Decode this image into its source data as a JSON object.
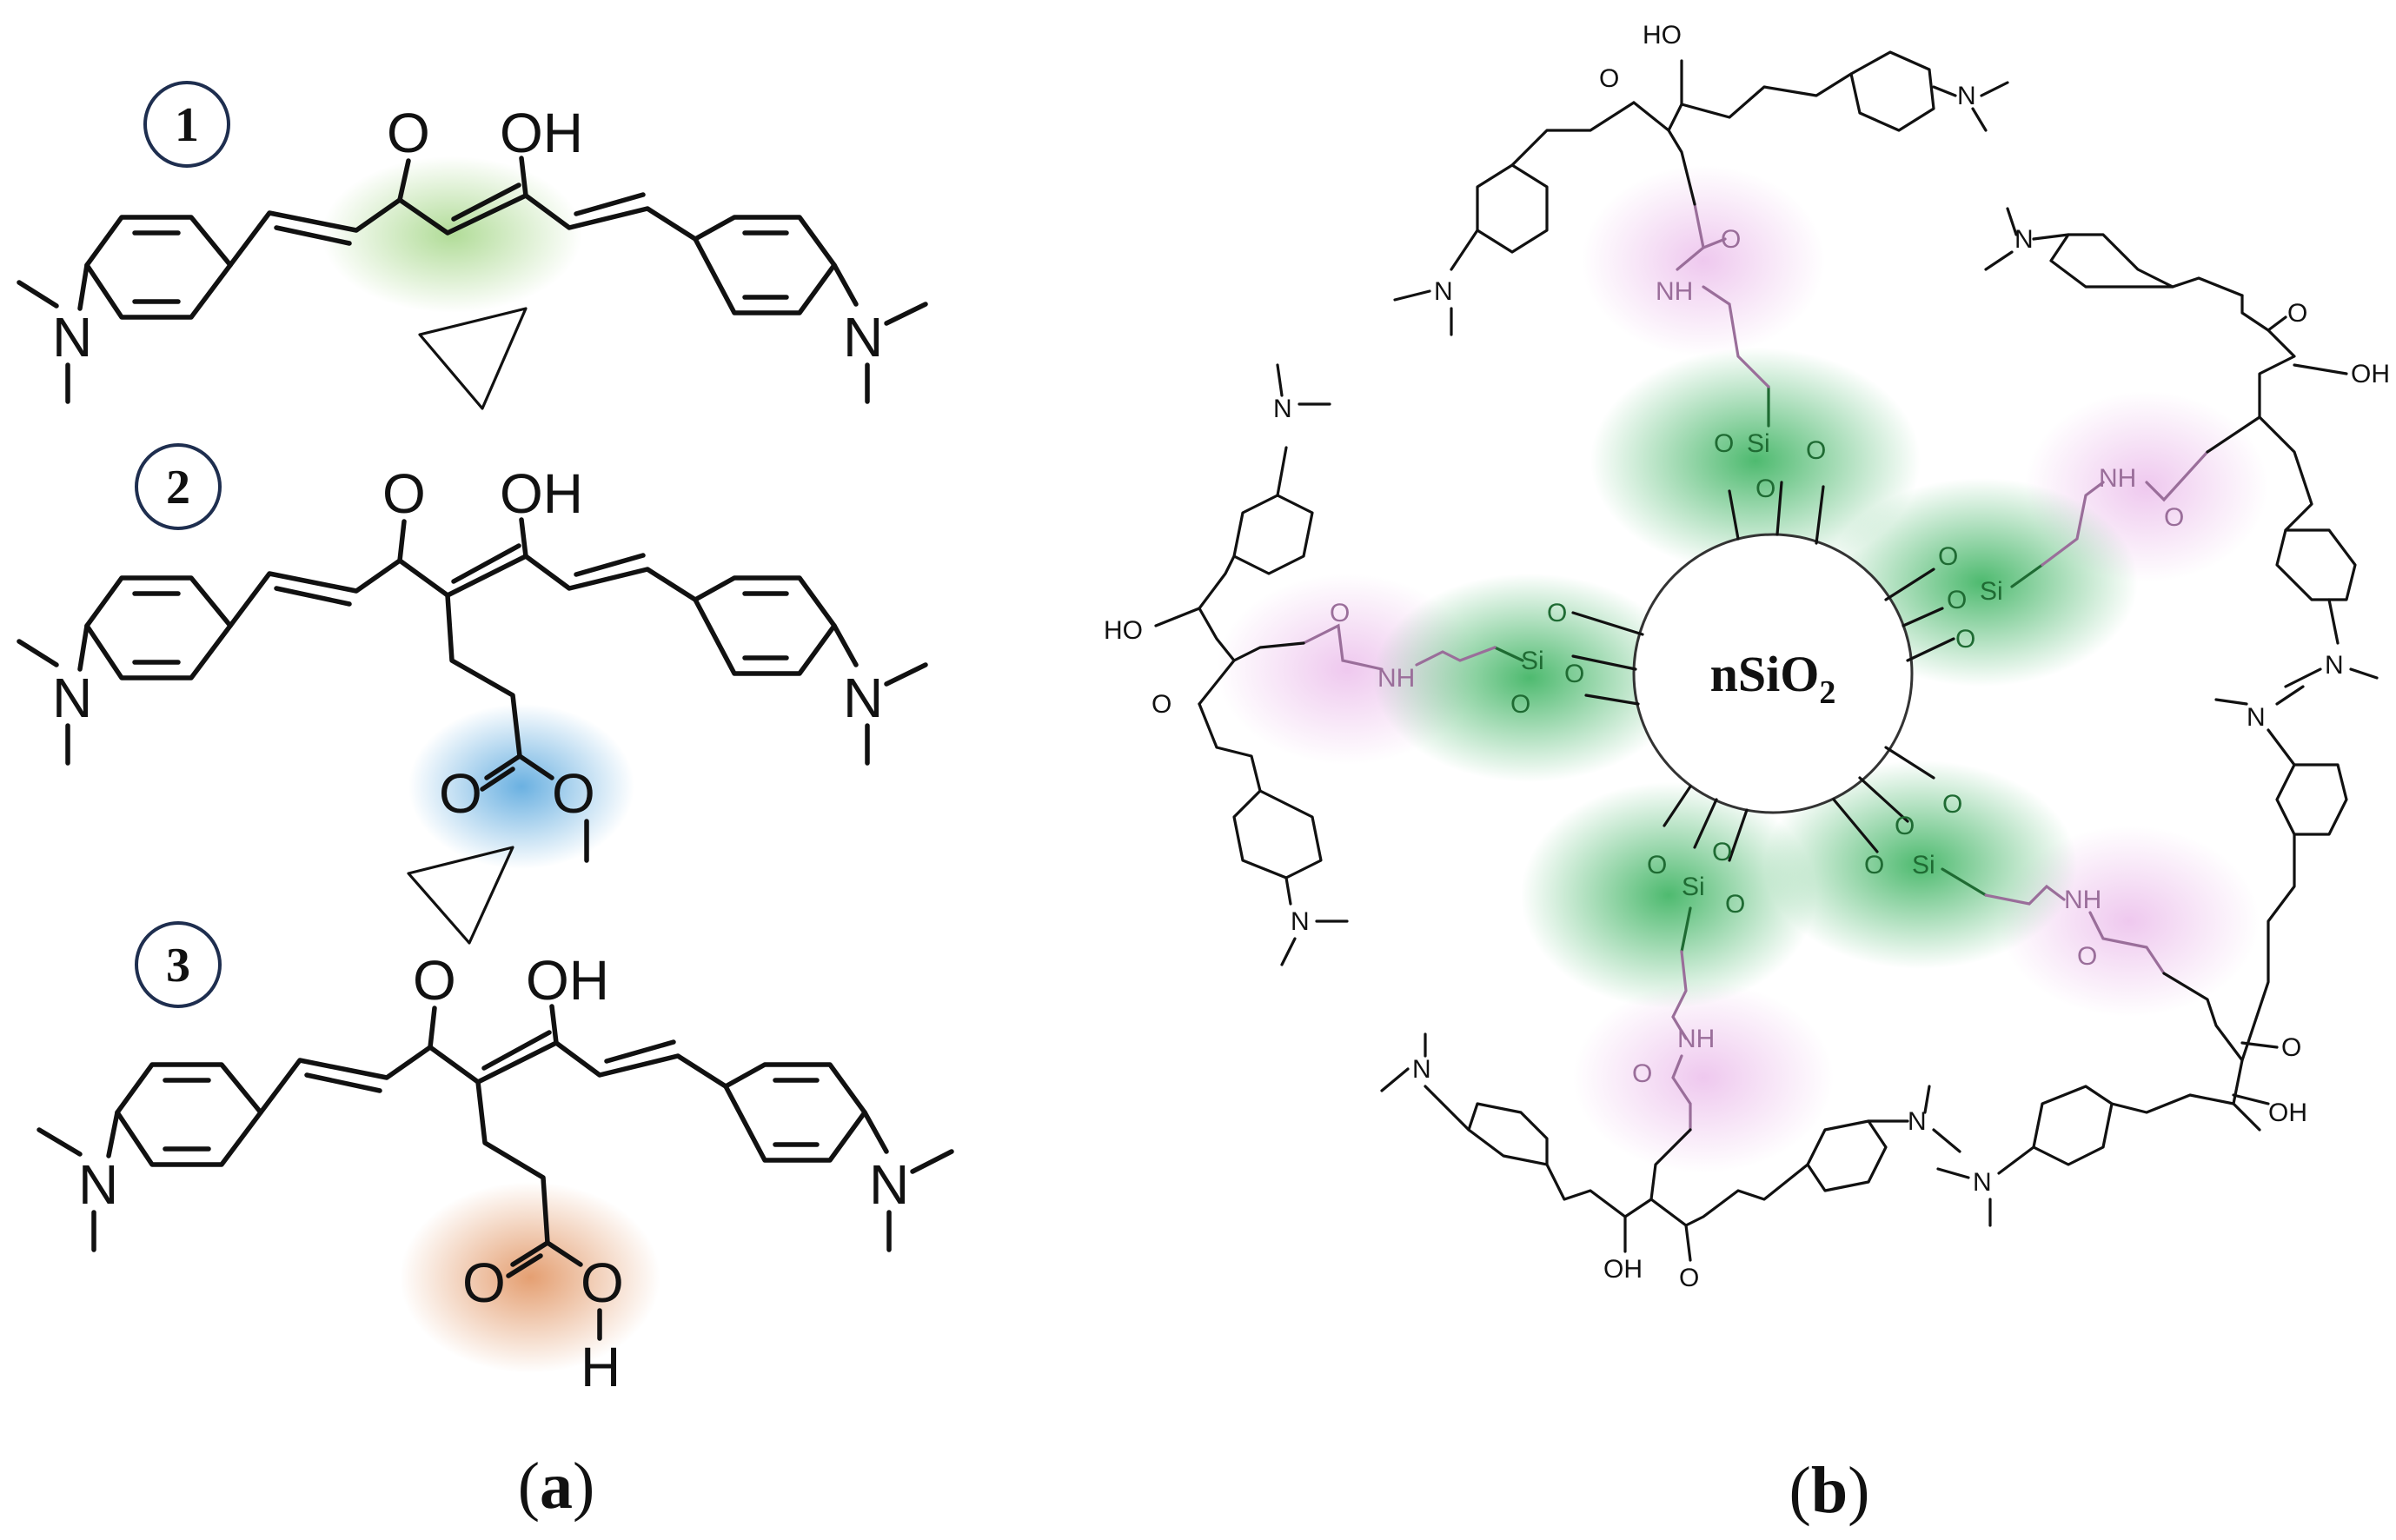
{
  "panel_a": {
    "compounds": [
      {
        "number": "1",
        "ketone": "O",
        "enol": "OH",
        "amine_left": "N",
        "amine_right": "N"
      },
      {
        "number": "2",
        "ketone": "O",
        "enol": "OH",
        "amine_left": "N",
        "amine_right": "N",
        "ester_o1": "O",
        "ester_o2": "O"
      },
      {
        "number": "3",
        "ketone": "O",
        "enol": "OH",
        "amine_left": "N",
        "amine_right": "N",
        "acid_o1": "O",
        "acid_o2": "O",
        "acid_h": "H"
      }
    ],
    "caption_letter": "a",
    "caption_open": "(",
    "caption_close": ")"
  },
  "panel_b": {
    "core_label": "nSiO",
    "core_subscript": "2",
    "si_label": "Si",
    "o_label": "O",
    "nh_label": "NH",
    "ho_label": "HO",
    "oh_label": "OH",
    "n_label": "N",
    "caption_letter": "b",
    "caption_open": "(",
    "caption_close": ")"
  },
  "colors": {
    "highlight_green_1": "#a8d88c",
    "highlight_blue": "#5aa8de",
    "highlight_orange": "#e39a6a",
    "highlight_green_si": "#2fae56",
    "highlight_pink": "#e9b6e9",
    "number_ring": "#1e2e4f",
    "si_text": "#1f6b33",
    "amide_text": "#9a6e9a"
  }
}
